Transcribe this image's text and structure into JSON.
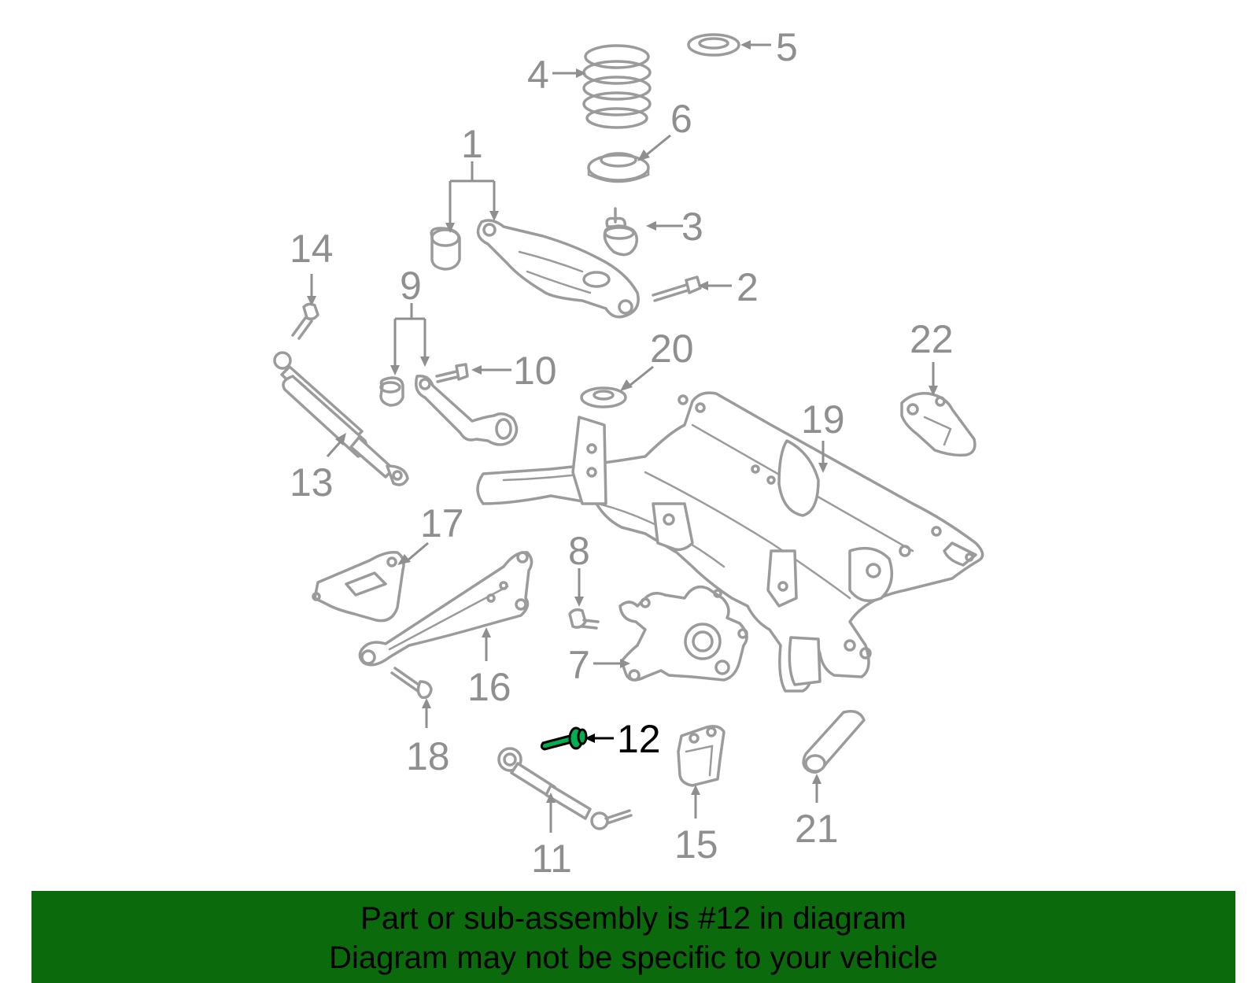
{
  "highlight": {
    "part_number": "12",
    "color": "#00b050"
  },
  "callouts": {
    "c1": "1",
    "c2": "2",
    "c3": "3",
    "c4": "4",
    "c5": "5",
    "c6": "6",
    "c7": "7",
    "c8": "8",
    "c9": "9",
    "c10": "10",
    "c11": "11",
    "c12": "12",
    "c13": "13",
    "c14": "14",
    "c15": "15",
    "c16": "16",
    "c17": "17",
    "c18": "18",
    "c19": "19",
    "c20": "20",
    "c21": "21",
    "c22": "22"
  },
  "banner": {
    "line1": "Part or sub-assembly is #12 in diagram",
    "line2": "Diagram may not be specific to your vehicle",
    "background": "#0b6a0b"
  }
}
